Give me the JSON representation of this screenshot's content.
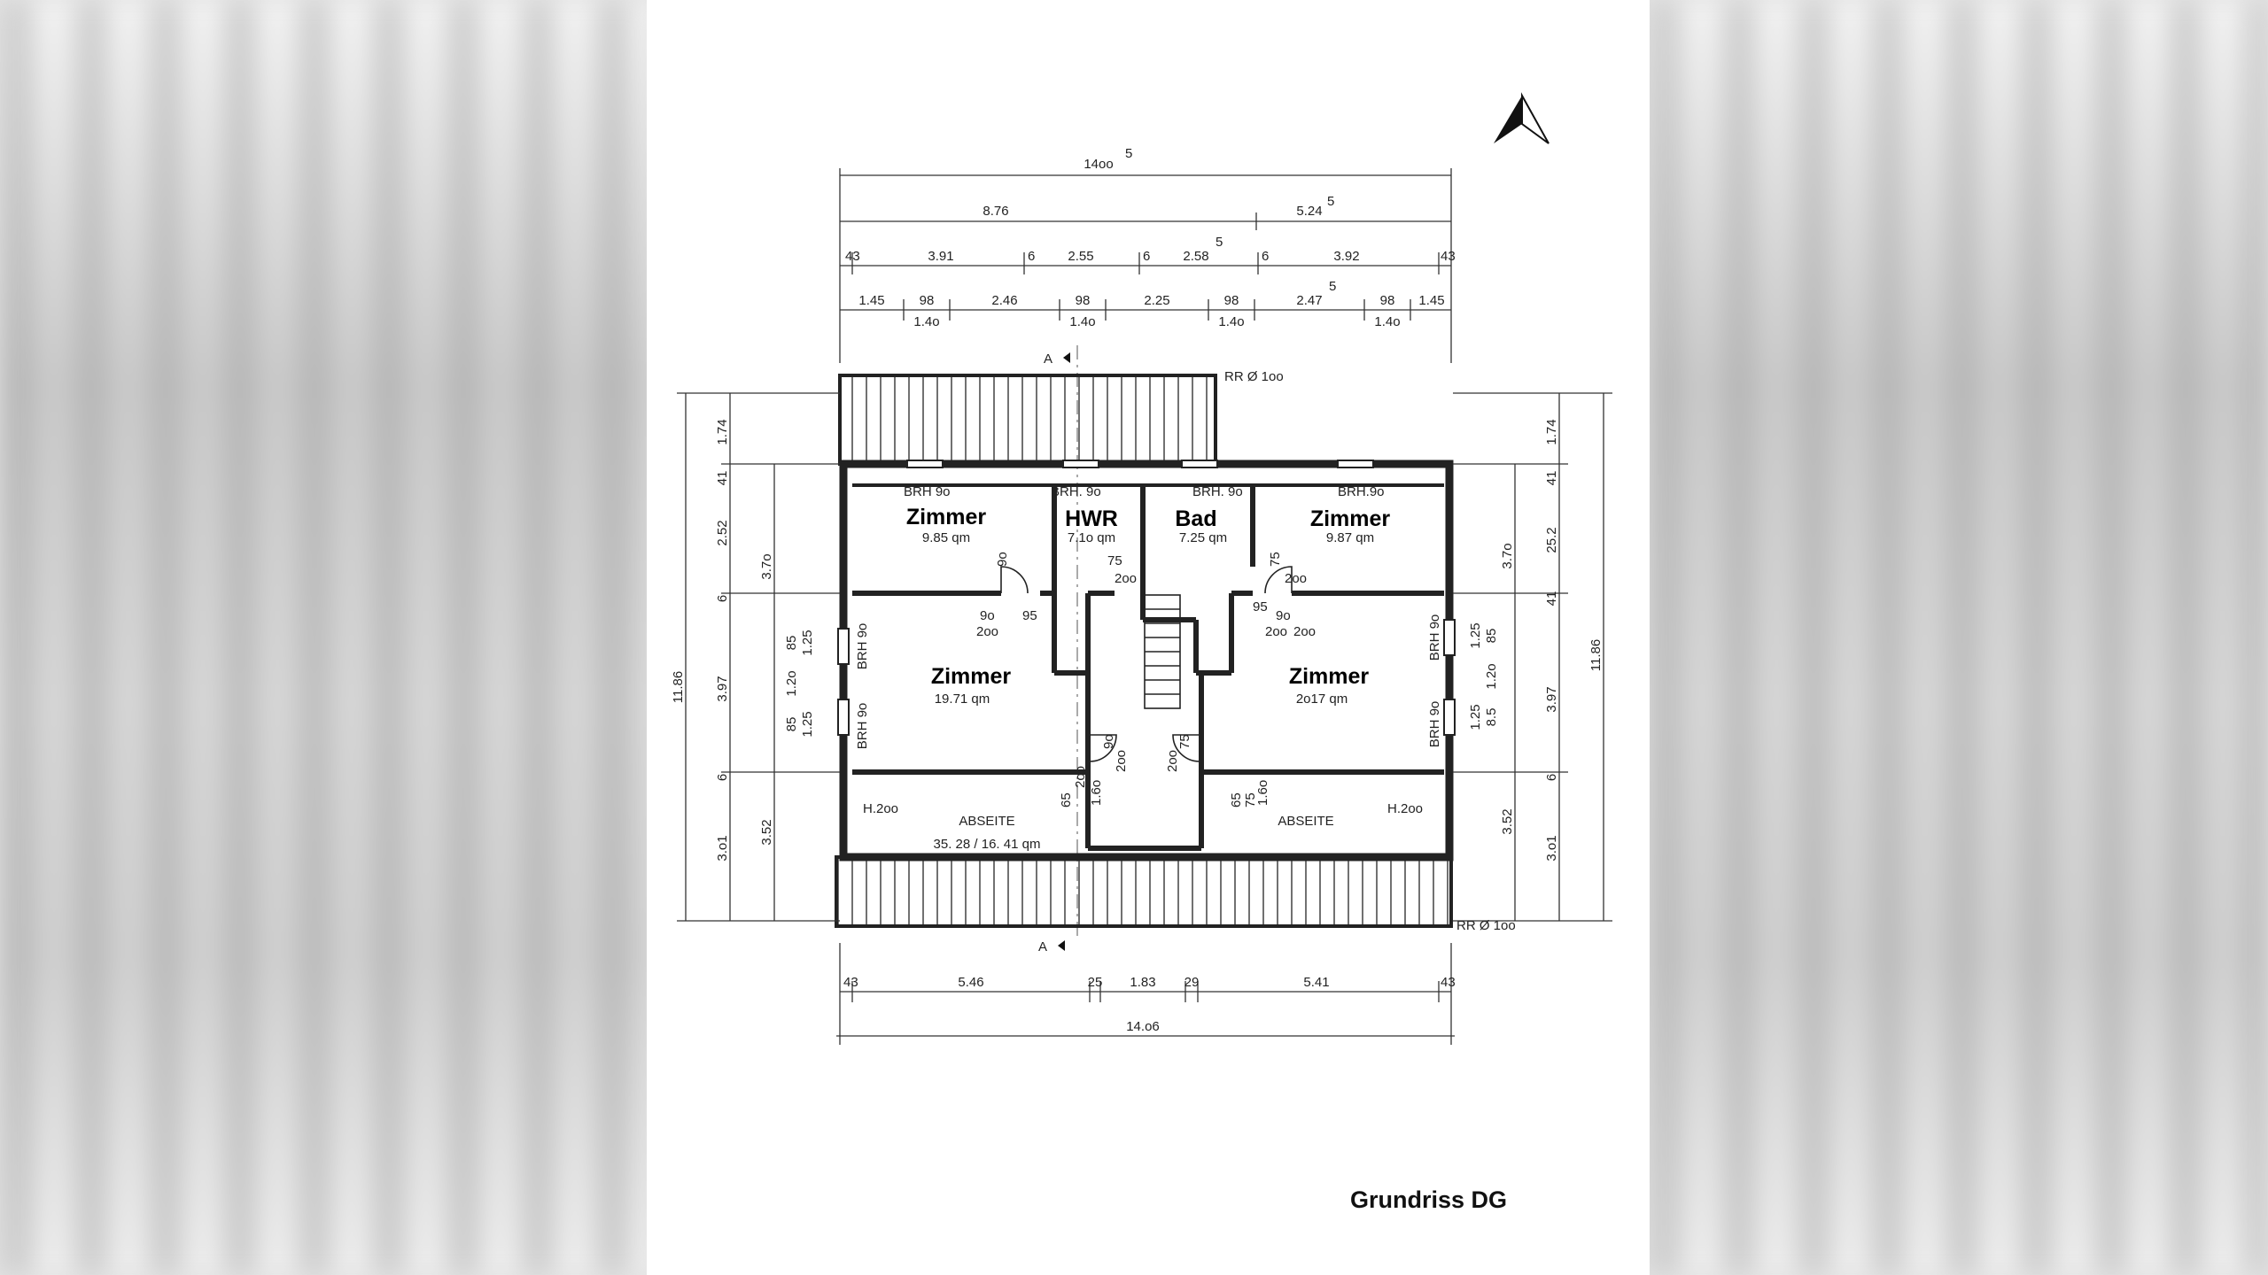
{
  "title": "Grundriss DG",
  "north_icon": "north-arrow-icon",
  "section_marker": "A",
  "downpipe_top": "RR Ø 1oo",
  "downpipe_bottom": "RR Ø 1oo",
  "dims_top": {
    "overall": "14oo",
    "overall_sup": "5",
    "row2": [
      "8.76",
      "5.24"
    ],
    "row2_sup": "5",
    "row3": [
      "43",
      "3.91",
      "6",
      "2.55",
      "6",
      "2.58",
      "5",
      "6",
      "3.92",
      "43"
    ],
    "row4": [
      "1.45",
      "98",
      "2.46",
      "98",
      "2.25",
      "98",
      "2.47",
      "98",
      "1.45"
    ],
    "row4_sup": "5",
    "row4_sub": [
      "1.4o",
      "1.4o",
      "1.4o",
      "1.4o"
    ]
  },
  "dims_left": [
    "11.86",
    "1.74",
    "2.52",
    "3.97",
    "3.o1",
    "3.7o",
    "3.52",
    "85",
    "1.2o",
    "85",
    "1.25",
    "1.25",
    "41",
    "6",
    "6"
  ],
  "dims_right": [
    "1.74",
    "3.7o",
    "3.97",
    "3.52",
    "25.2",
    "3.o1",
    "11.86",
    "85",
    "1.2o",
    "8.5",
    "1.25",
    "1.25",
    "41",
    "41",
    "6"
  ],
  "dims_bottom": {
    "row1": [
      "43",
      "5.46",
      "25",
      "1.83",
      "29",
      "5.41",
      "43"
    ],
    "overall": "14.o6"
  },
  "rooms": [
    {
      "name": "Zimmer",
      "area": "9.85 qm"
    },
    {
      "name": "HWR",
      "area": "7.1o qm"
    },
    {
      "name": "Bad",
      "area": "7.25 qm"
    },
    {
      "name": "Zimmer",
      "area": "9.87 qm"
    },
    {
      "name": "Zimmer",
      "area": "19.71 qm"
    },
    {
      "name": "Zimmer",
      "area": "2o17 qm"
    }
  ],
  "abseite_left": {
    "name": "ABSEITE",
    "area": "35. 28 / 16. 41 qm",
    "height": "H.2oo"
  },
  "abseite_right": {
    "name": "ABSEITE",
    "height": "H.2oo"
  },
  "window_labels": [
    "BRH 9o",
    "BRH. 9o",
    "BRH. 9o",
    "BRH.9o",
    "BRH 9o",
    "BRH 9o",
    "BRH 9o",
    "BRH 9o"
  ],
  "door_labels": [
    "75",
    "2oo",
    "9o",
    "2oo",
    "75",
    "2oo",
    "9o",
    "2oo",
    "95",
    "95",
    "9o",
    "2oo",
    "9o",
    "2oo",
    "75",
    "2oo",
    "65",
    "2oo",
    "1.6o",
    "1.6o",
    "75",
    "65"
  ]
}
